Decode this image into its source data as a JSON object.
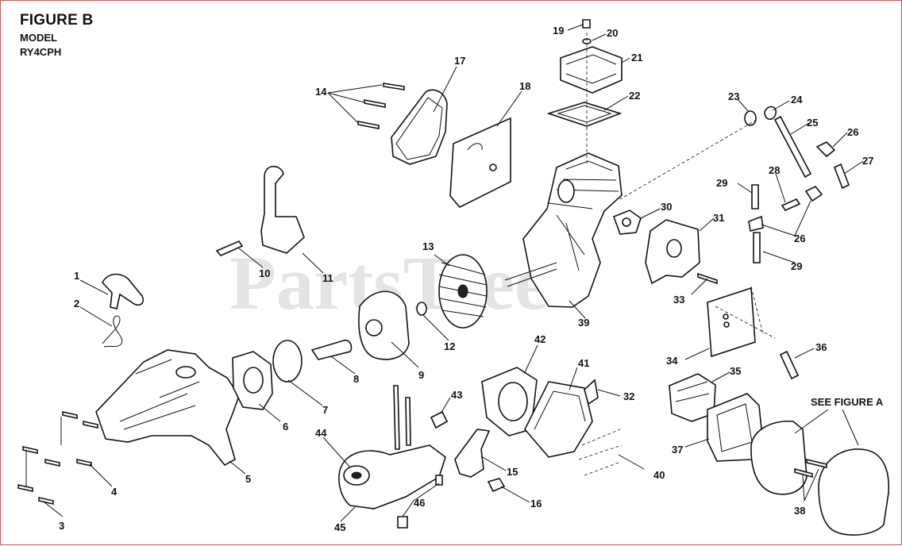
{
  "header": {
    "title": "FIGURE B",
    "model_label": "MODEL",
    "model_code": "RY4CPH"
  },
  "watermark": "PartsTree",
  "see_figure": "SEE FIGURE A",
  "callouts": [
    {
      "id": "c1",
      "text": "1"
    },
    {
      "id": "c2",
      "text": "2"
    },
    {
      "id": "c3",
      "text": "3"
    },
    {
      "id": "c4",
      "text": "4"
    },
    {
      "id": "c5",
      "text": "5"
    },
    {
      "id": "c6",
      "text": "6"
    },
    {
      "id": "c7",
      "text": "7"
    },
    {
      "id": "c8",
      "text": "8"
    },
    {
      "id": "c9",
      "text": "9"
    },
    {
      "id": "c10",
      "text": "10"
    },
    {
      "id": "c11",
      "text": "11"
    },
    {
      "id": "c12",
      "text": "12"
    },
    {
      "id": "c13",
      "text": "13"
    },
    {
      "id": "c14",
      "text": "14"
    },
    {
      "id": "c15",
      "text": "15"
    },
    {
      "id": "c16",
      "text": "16"
    },
    {
      "id": "c17",
      "text": "17"
    },
    {
      "id": "c18",
      "text": "18"
    },
    {
      "id": "c19",
      "text": "19"
    },
    {
      "id": "c20",
      "text": "20"
    },
    {
      "id": "c21",
      "text": "21"
    },
    {
      "id": "c22",
      "text": "22"
    },
    {
      "id": "c23",
      "text": "23"
    },
    {
      "id": "c24",
      "text": "24"
    },
    {
      "id": "c25",
      "text": "25"
    },
    {
      "id": "c26a",
      "text": "26"
    },
    {
      "id": "c26b",
      "text": "26"
    },
    {
      "id": "c27",
      "text": "27"
    },
    {
      "id": "c28",
      "text": "28"
    },
    {
      "id": "c29a",
      "text": "29"
    },
    {
      "id": "c29b",
      "text": "29"
    },
    {
      "id": "c30",
      "text": "30"
    },
    {
      "id": "c31",
      "text": "31"
    },
    {
      "id": "c32",
      "text": "32"
    },
    {
      "id": "c33",
      "text": "33"
    },
    {
      "id": "c34",
      "text": "34"
    },
    {
      "id": "c35",
      "text": "35"
    },
    {
      "id": "c36",
      "text": "36"
    },
    {
      "id": "c37",
      "text": "37"
    },
    {
      "id": "c38",
      "text": "38"
    },
    {
      "id": "c39",
      "text": "39"
    },
    {
      "id": "c40",
      "text": "40"
    },
    {
      "id": "c41",
      "text": "41"
    },
    {
      "id": "c42",
      "text": "42"
    },
    {
      "id": "c43",
      "text": "43"
    },
    {
      "id": "c44",
      "text": "44"
    },
    {
      "id": "c45",
      "text": "45"
    },
    {
      "id": "c46",
      "text": "46"
    }
  ]
}
